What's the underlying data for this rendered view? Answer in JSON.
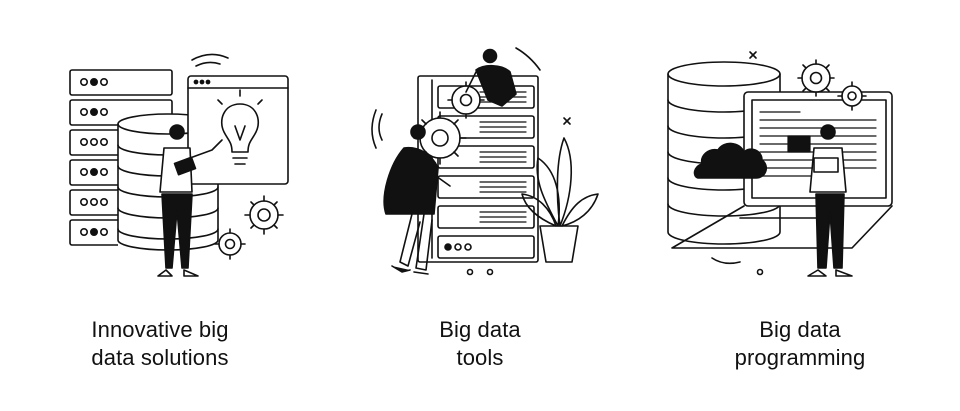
{
  "panels": [
    {
      "caption_line1": "Innovative big",
      "caption_line2": "data solutions",
      "illustration": "server-rack-lightbulb-person-icon"
    },
    {
      "caption_line1": "Big data",
      "caption_line2": "tools",
      "illustration": "server-rack-gears-people-icon"
    },
    {
      "caption_line1": "Big data",
      "caption_line2": "programming",
      "illustration": "database-laptop-cloud-person-icon"
    }
  ],
  "colors": {
    "ink": "#111111",
    "background": "#ffffff"
  }
}
